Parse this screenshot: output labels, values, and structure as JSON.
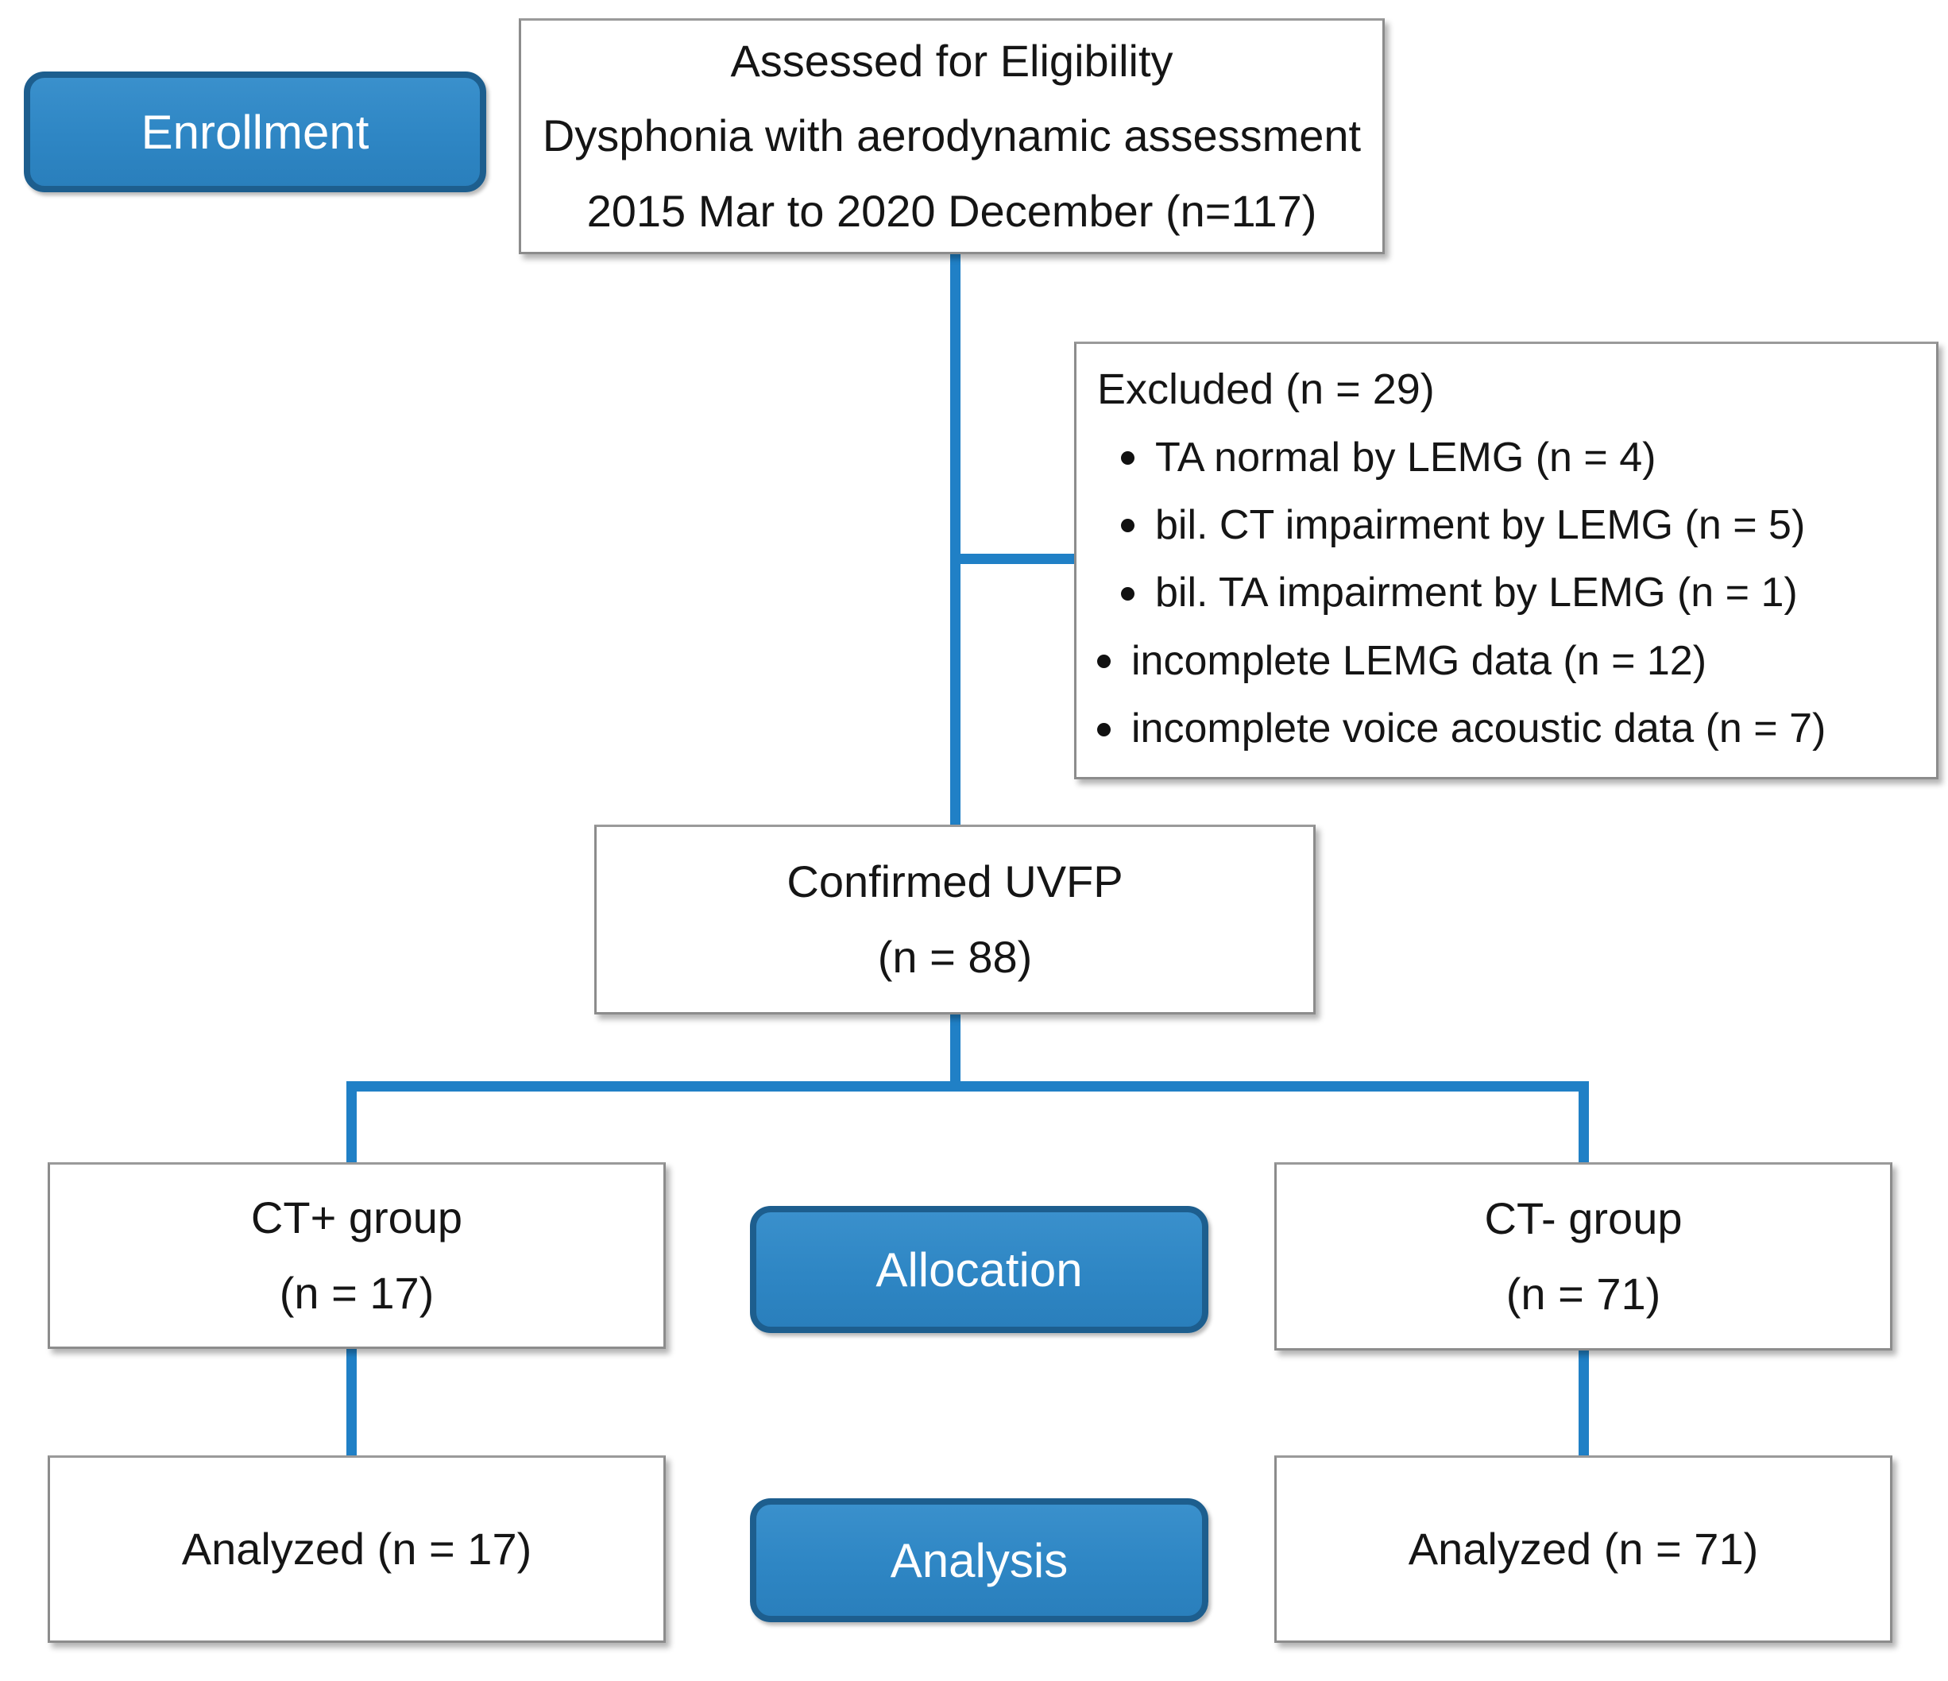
{
  "diagram": {
    "stages": {
      "enrollment": "Enrollment",
      "allocation": "Allocation",
      "analysis": "Analysis"
    },
    "boxes": {
      "assessed": {
        "line1": "Assessed for Eligibility",
        "line2": "Dysphonia with aerodynamic assessment",
        "line3": "2015 Mar to 2020 December (n=117)"
      },
      "excluded": {
        "title": "Excluded (n = 29)",
        "items": [
          "TA normal by LEMG (n = 4)",
          "bil. CT impairment by LEMG (n = 5)",
          "bil. TA impairment by LEMG (n = 1)",
          "incomplete  LEMG data (n = 12)",
          "incomplete voice acoustic data (n = 7)"
        ]
      },
      "confirmed": {
        "line1": "Confirmed UVFP",
        "line2": "(n  = 88)"
      },
      "ct_plus": {
        "line1": "CT+ group",
        "line2": "(n = 17)"
      },
      "ct_minus": {
        "line1": "CT- group",
        "line2": "(n = 71)"
      },
      "analyzed_left": {
        "label": "Analyzed (n = 17)"
      },
      "analyzed_right": {
        "label": "Analyzed (n = 71)"
      }
    },
    "colors": {
      "stage_fill": "#2e86c4",
      "stage_border": "#1d5e8e",
      "connector_blue": "#2080c6",
      "box_border_gray": "#8c8c8c",
      "text_color": "#151515"
    }
  }
}
